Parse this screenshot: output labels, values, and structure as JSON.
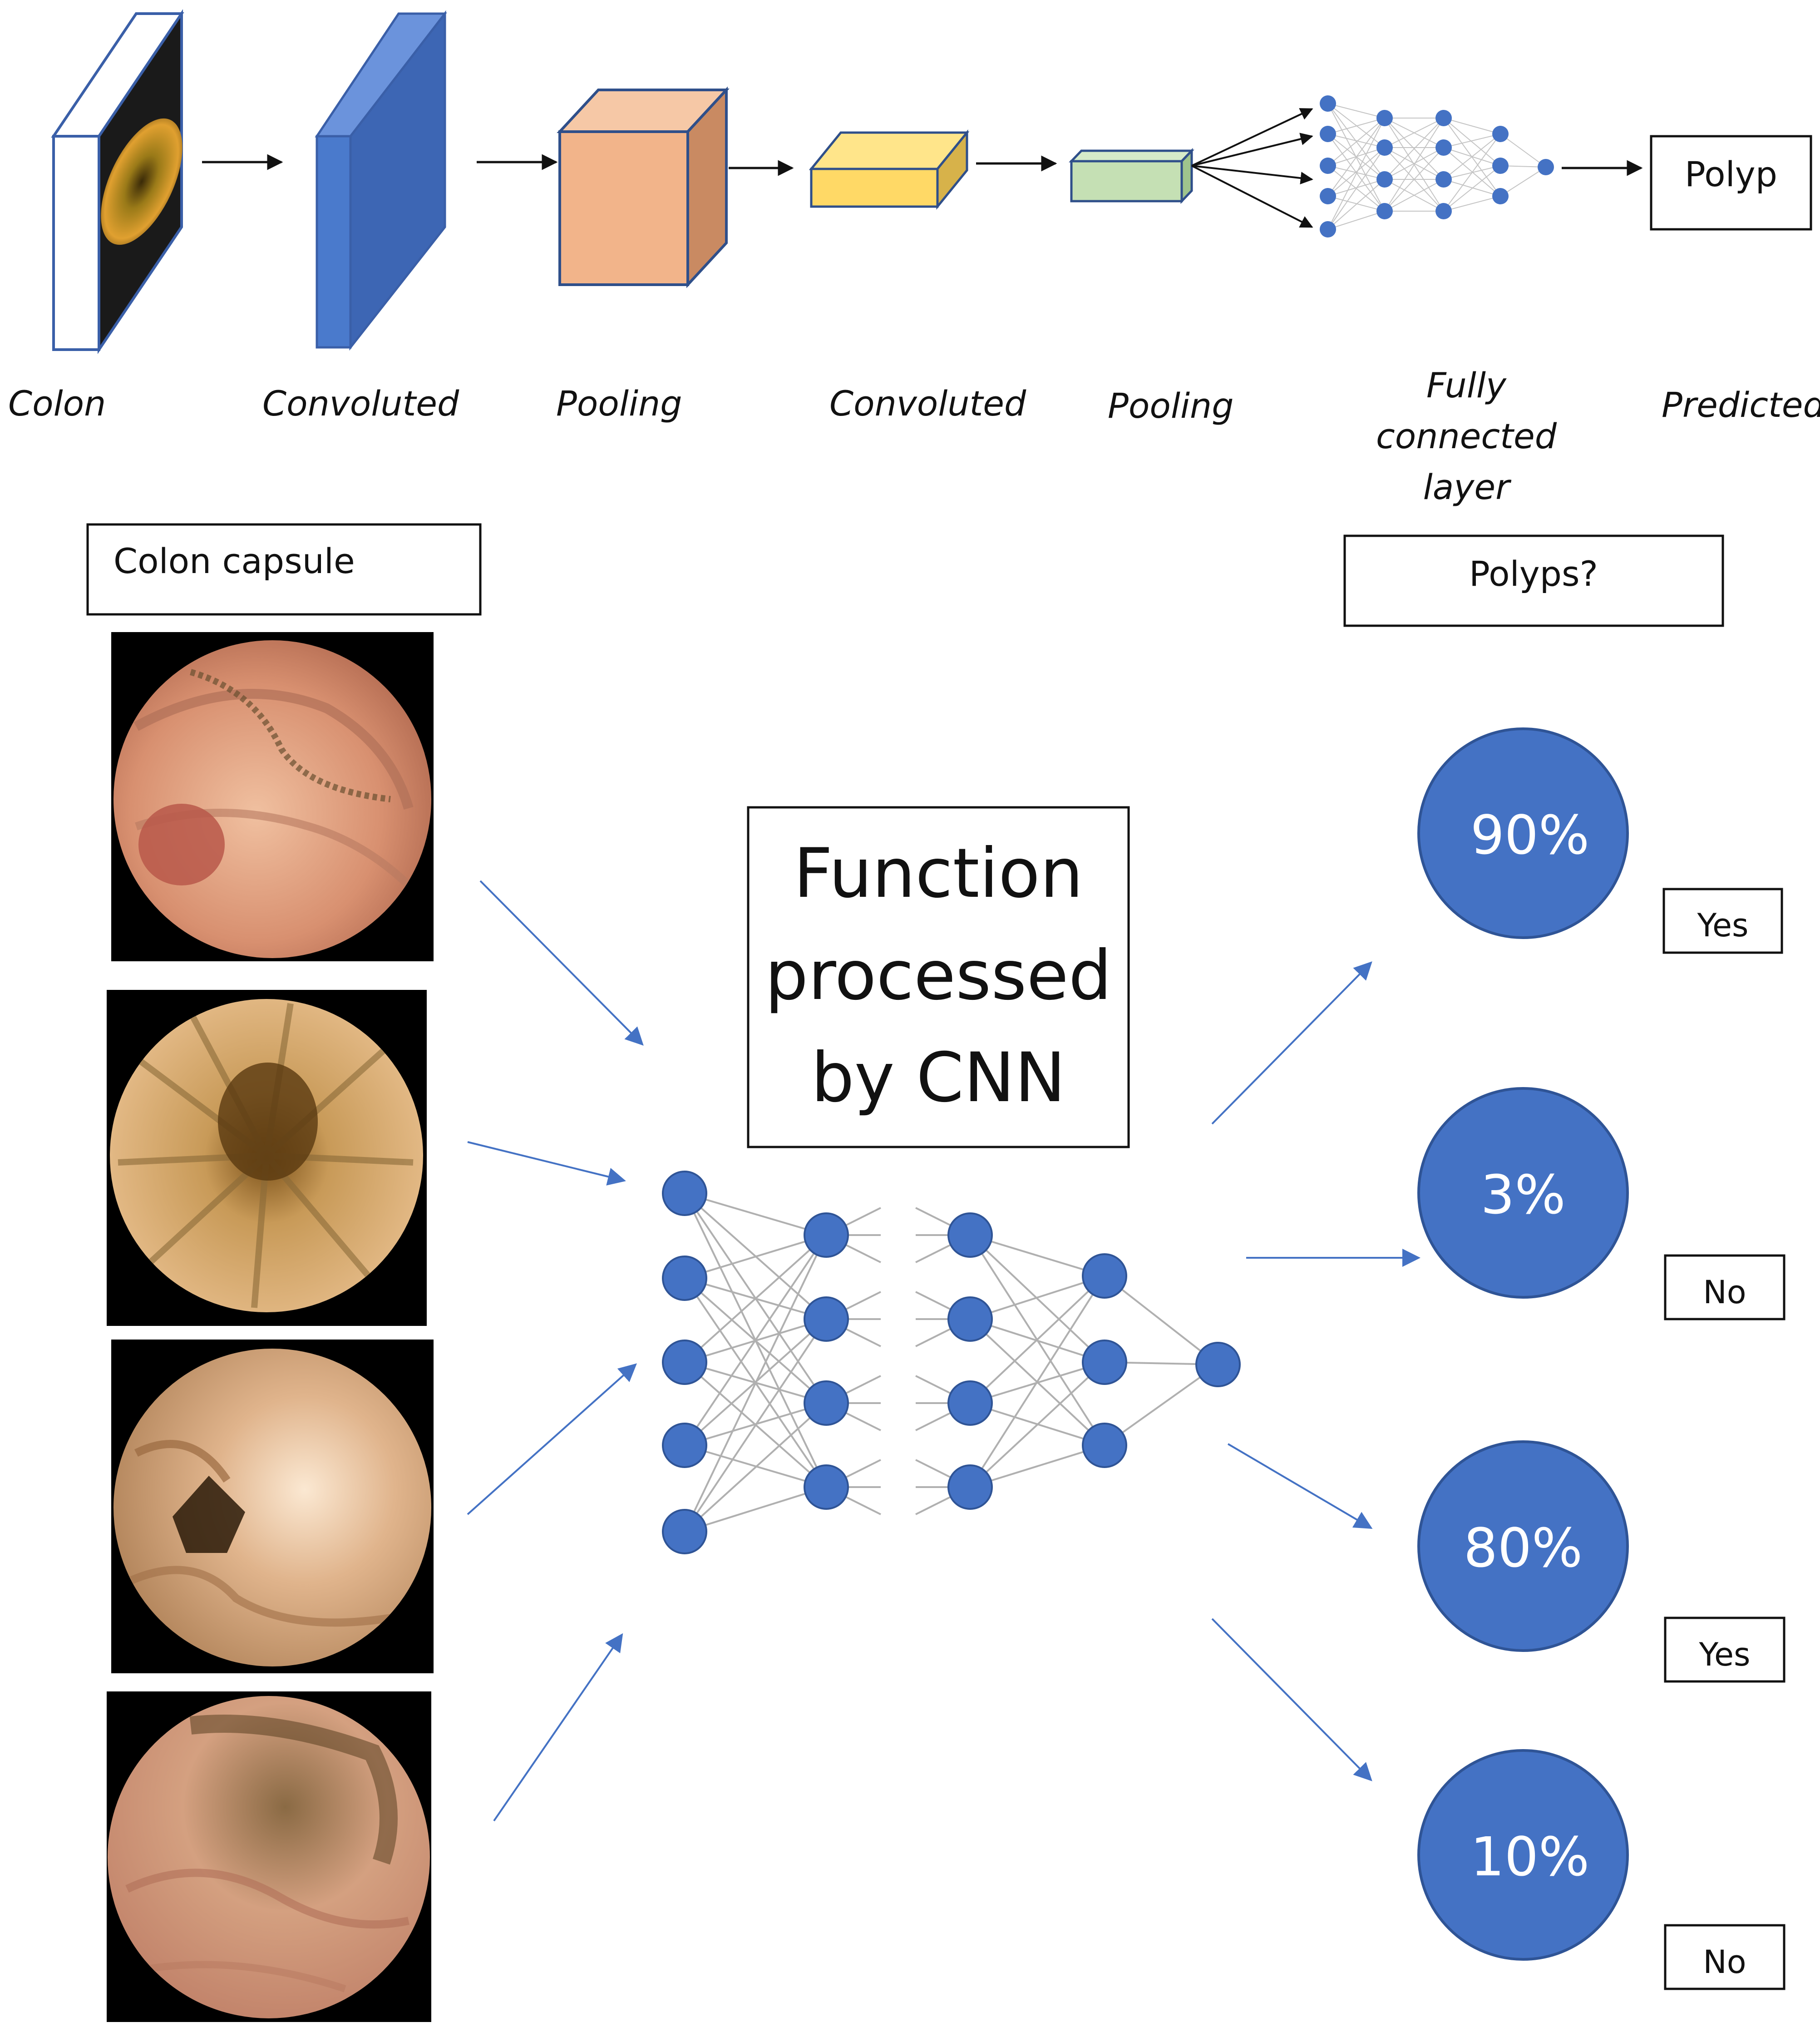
{
  "pipeline": {
    "stages": [
      {
        "id": "colon",
        "label": "Colon"
      },
      {
        "id": "conv1",
        "label": "Convoluted"
      },
      {
        "id": "pool1",
        "label": "Pooling"
      },
      {
        "id": "conv2",
        "label": "Convoluted"
      },
      {
        "id": "pool2",
        "label": "Pooling"
      },
      {
        "id": "fc",
        "label_lines": [
          "Fully",
          "connected",
          "layer"
        ]
      },
      {
        "id": "pred",
        "label": "Predicted"
      }
    ],
    "output_box": "Polyp"
  },
  "capsule": {
    "header": "Colon capsule",
    "images": [
      {
        "name": "capsule-image-1"
      },
      {
        "name": "capsule-image-2"
      },
      {
        "name": "capsule-image-3"
      },
      {
        "name": "capsule-image-4"
      }
    ]
  },
  "cnn": {
    "title_lines": [
      "Function",
      "processed",
      "by CNN"
    ]
  },
  "results": {
    "header": "Polyps?",
    "items": [
      {
        "percent": "90%",
        "answer": "Yes"
      },
      {
        "percent": "3%",
        "answer": "No"
      },
      {
        "percent": "80%",
        "answer": "Yes"
      },
      {
        "percent": "10%",
        "answer": "No"
      }
    ]
  },
  "colors": {
    "node_blue": "#4472C4",
    "conv_blue": "#4a7acc",
    "pool1_fill": "#f2b48a",
    "conv2_fill": "#ffd966",
    "pool2_fill": "#c5e0b4",
    "arrow_blue": "#4472C4"
  }
}
